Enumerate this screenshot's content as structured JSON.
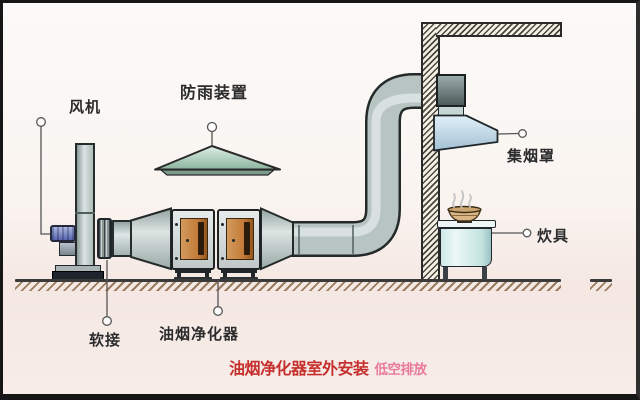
{
  "diagram": {
    "labels": {
      "fan": "风机",
      "rain_cover": "防雨装置",
      "smoke_hood": "集烟罩",
      "cookware": "炊具",
      "soft_connection": "软接",
      "purifier": "油烟净化器"
    },
    "caption": {
      "main": "油烟净化器室外安装",
      "sub": "低空排放"
    },
    "colors": {
      "caption_main": "#c5302e",
      "caption_sub": "#e8799a",
      "duct_gray": "#b8c4c2",
      "purifier_door_orange": "#c47c38",
      "rain_cone_green": "#a2c6b2",
      "hood_blue": "#c2dcec",
      "stove_cyan": "#d8efed",
      "fan_motor_blue": "#6874b8",
      "ground_hatch_brown": "#8a6848",
      "label_text": "#2b2b2b"
    }
  }
}
